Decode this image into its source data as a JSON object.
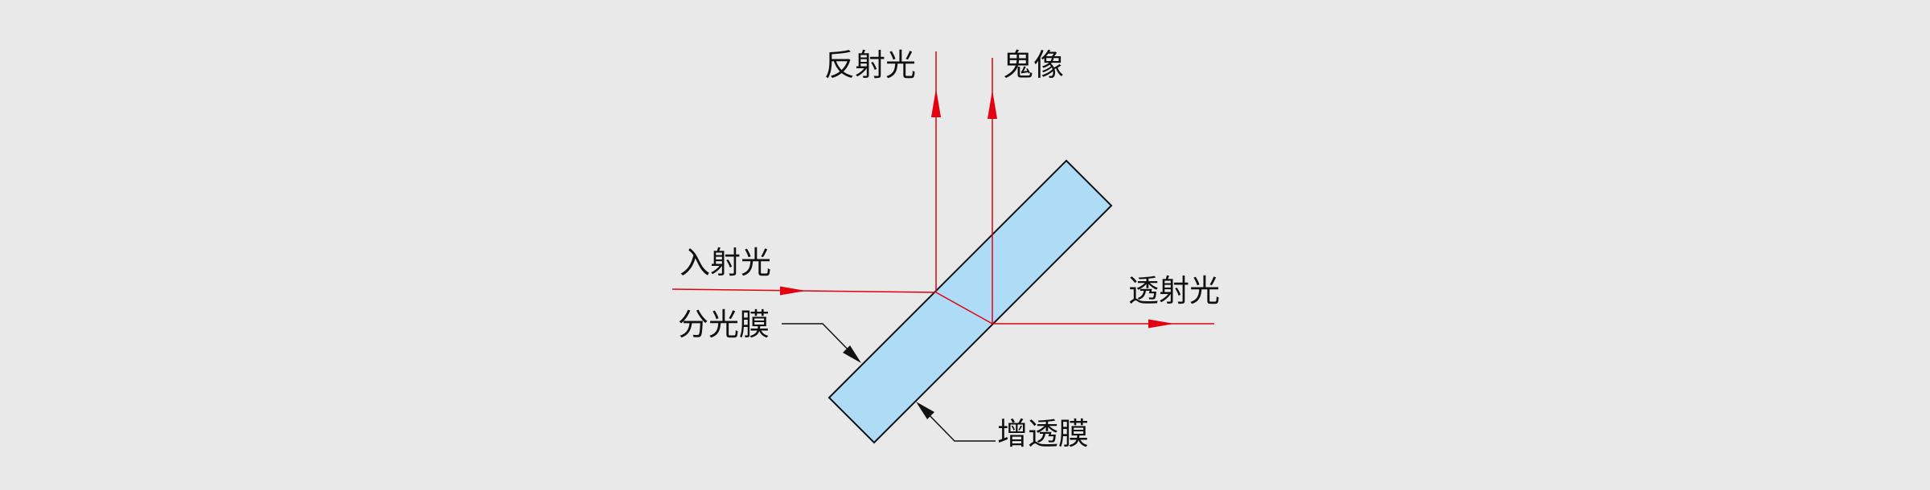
{
  "diagram": {
    "labels": {
      "reflected": "反射光",
      "ghost": "鬼像",
      "incident": "入射光",
      "transmitted": "透射光",
      "beam_split_coating": "分光膜",
      "ar_coating": "增透膜"
    },
    "colors": {
      "background": "#e9e9e9",
      "ray": "#e3000f",
      "plate_fill": "#aedcf6",
      "plate_stroke": "#111111",
      "leader": "#111111"
    }
  }
}
